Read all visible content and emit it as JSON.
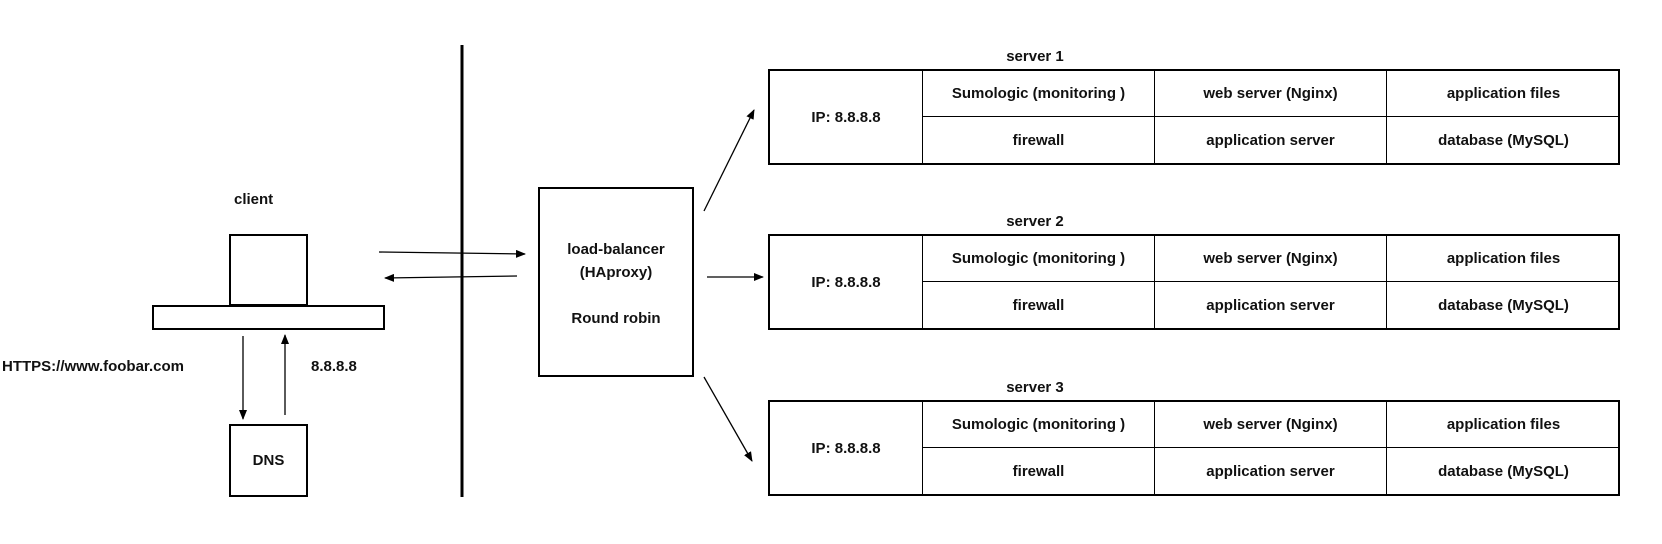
{
  "client": {
    "label": "client",
    "url": "HTTPS://www.foobar.com",
    "dns_response": "8.8.8.8"
  },
  "dns": {
    "label": "DNS"
  },
  "load_balancer": {
    "line1": "load-balancer",
    "line2": "(HAproxy)",
    "line3": "Round robin"
  },
  "servers": [
    {
      "title": "server 1",
      "ip": "IP: 8.8.8.8",
      "cells": [
        [
          "Sumologic  (monitoring )",
          "web server (Nginx)",
          "application files"
        ],
        [
          "firewall",
          "application server",
          "database (MySQL)"
        ]
      ]
    },
    {
      "title": "server 2",
      "ip": "IP: 8.8.8.8",
      "cells": [
        [
          "Sumologic  (monitoring )",
          "web server (Nginx)",
          "application files"
        ],
        [
          "firewall",
          "application server",
          "database (MySQL)"
        ]
      ]
    },
    {
      "title": "server 3",
      "ip": "IP: 8.8.8.8",
      "cells": [
        [
          "Sumologic  (monitoring )",
          "web server (Nginx)",
          "application files"
        ],
        [
          "firewall",
          "application server",
          "database (MySQL)"
        ]
      ]
    }
  ]
}
